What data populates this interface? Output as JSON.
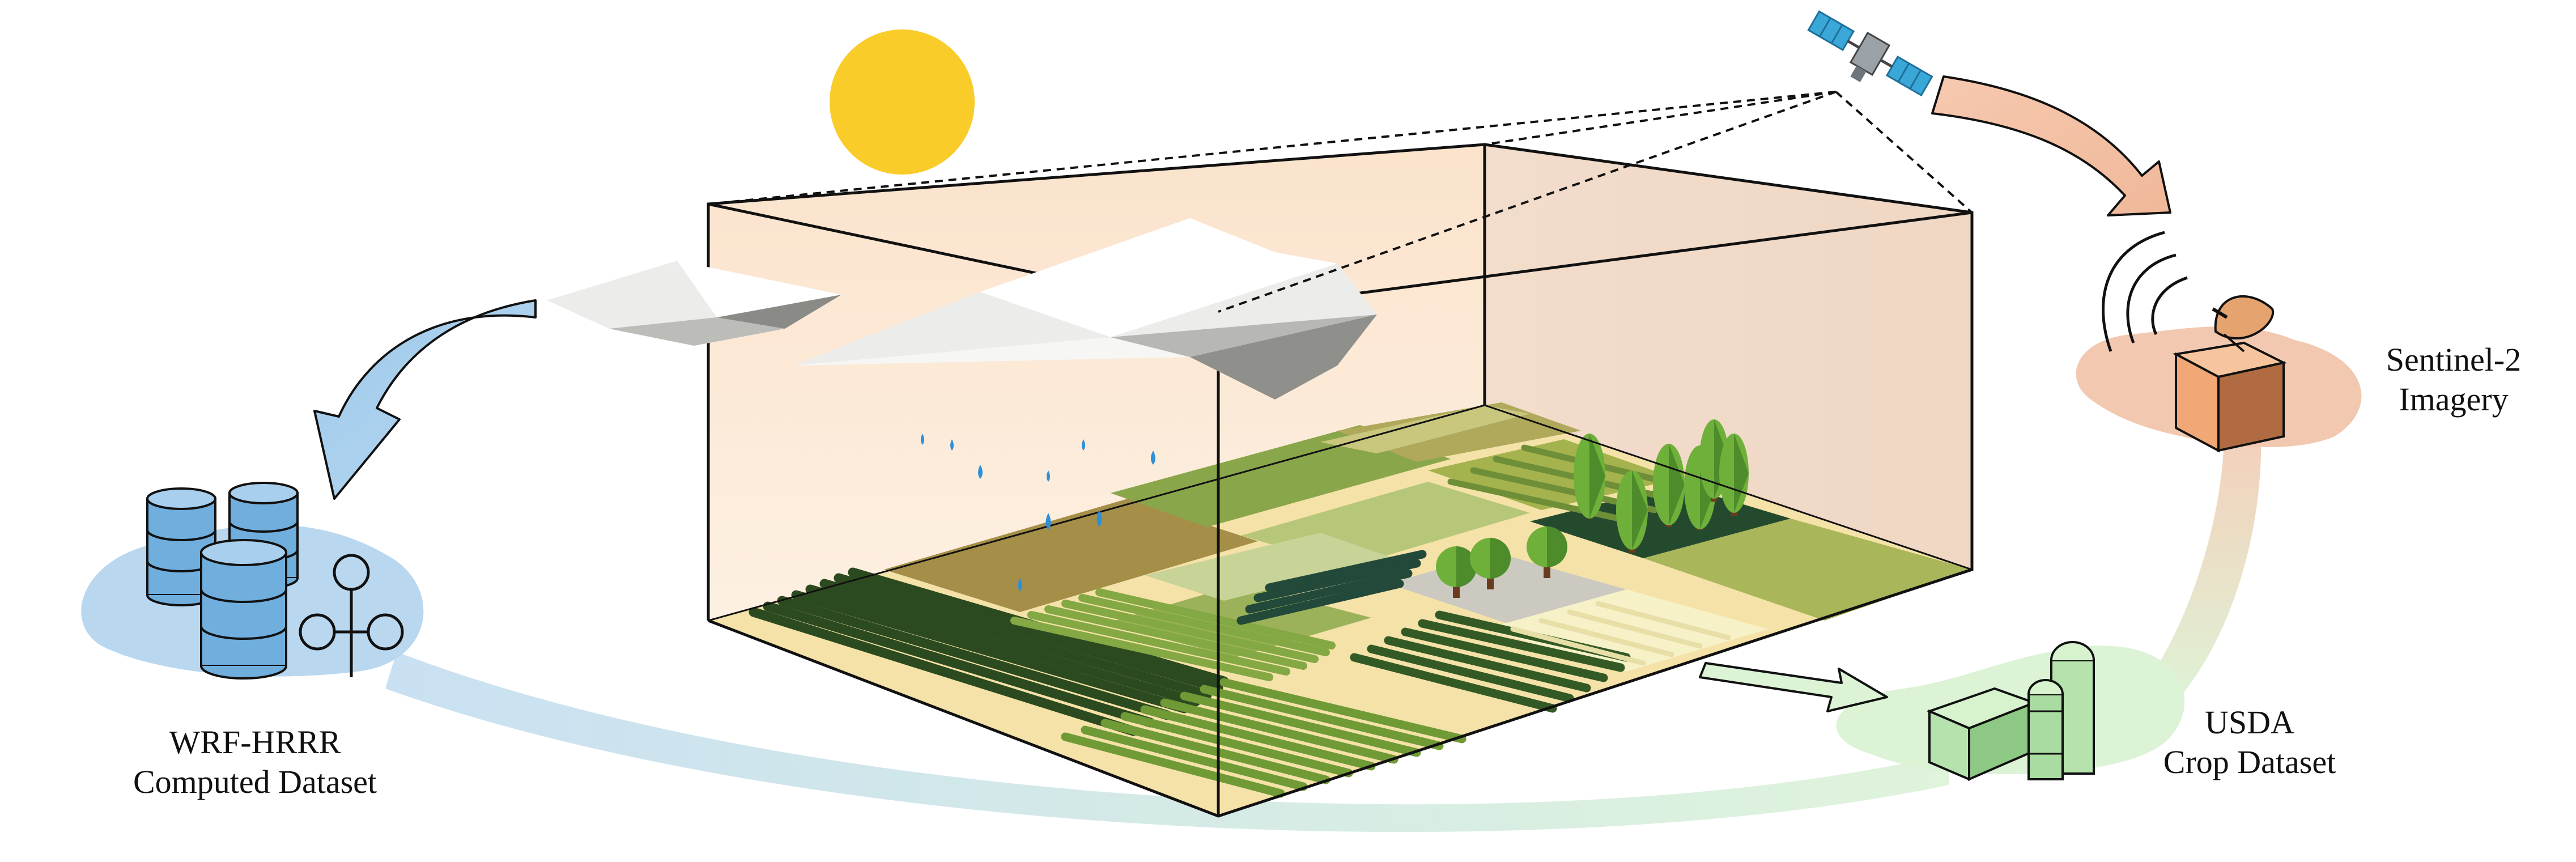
{
  "title": "",
  "labels": {
    "wrf_line1": "WRF-HRRR",
    "wrf_line2": "Computed Dataset",
    "usda_line1": "USDA",
    "usda_line2": "Crop Dataset",
    "sentinel_line1": "Sentinel-2",
    "sentinel_line2": "Imagery"
  },
  "icons": [
    "sun-icon",
    "satellite-icon",
    "cloud-icon",
    "rain-drop-icon",
    "database-icon",
    "network-icon",
    "satellite-dish-icon",
    "silo-icon",
    "tree-icon",
    "arrow-icon"
  ],
  "colors": {
    "sun": "#f9cc2a",
    "wrf_blob": "#b7d6ee",
    "usda_blob": "#dcf3d6",
    "sentinel_blob": "#f2c4ab",
    "box_back": "#fbe8d4",
    "field_dark": "#3d5a2a",
    "field_light": "#a9bf5c"
  }
}
